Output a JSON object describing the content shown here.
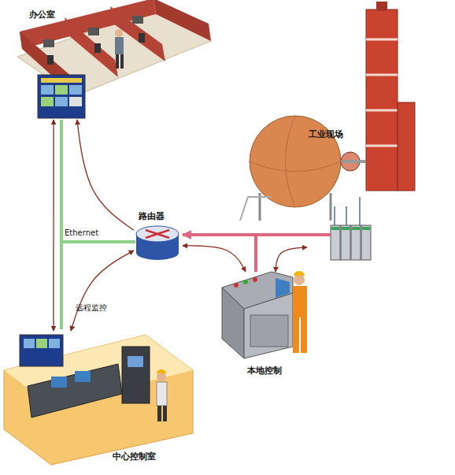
{
  "diagram": {
    "nodes": [
      {
        "text": [
          "办公室"
        ]
      },
      {
        "text": [
          "工业现场"
        ]
      },
      {
        "text": [
          "路由器"
        ]
      },
      {
        "text": [
          "本地控制"
        ]
      },
      {
        "text": [
          "中心控制室"
        ]
      }
    ],
    "edges": [
      {
        "from": 0,
        "to": 4,
        "arrow": "both"
      },
      {
        "from": 2,
        "to": 0,
        "arrow": "to"
      },
      {
        "from": 2,
        "to": 4,
        "arrow": "both",
        "label": "远程监控"
      },
      {
        "from": 1,
        "to": 2,
        "arrow": "to"
      },
      {
        "from": 2,
        "to": 3,
        "arrow": "both"
      },
      {
        "from": 1,
        "to": 3,
        "arrow": "both"
      }
    ],
    "labels": [
      "Ethernet"
    ]
  }
}
